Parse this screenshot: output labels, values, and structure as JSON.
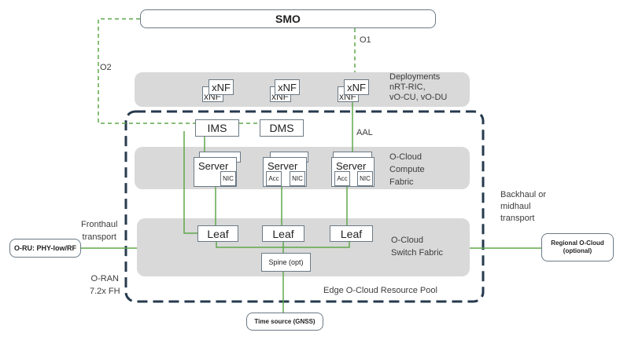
{
  "smo": "SMO",
  "interfaces": {
    "o1": "O1",
    "o2": "O2",
    "aal": "AAL"
  },
  "deployments": {
    "xnf_label": "xNF",
    "xnf_back_label": "xNF",
    "caption": [
      "Deployments",
      "nRT-RIC,",
      "vO-CU, vO-DU"
    ]
  },
  "ims": "IMS",
  "dms": "DMS",
  "compute": {
    "server_label": "Server",
    "acc_label": "Acc",
    "nic_label": "NIC",
    "caption": [
      "O-Cloud",
      "Compute",
      "Fabric"
    ]
  },
  "switch": {
    "leaf_label": "Leaf",
    "spine_label": "Spine (opt)",
    "caption": [
      "O-Cloud",
      "Switch Fabric"
    ]
  },
  "pool_label": "Edge O-Cloud Resource Pool",
  "oru": "O-RU: PHY-low/RF",
  "fronthaul": [
    "Fronthaul",
    "transport"
  ],
  "oran_fh": [
    "O-RAN",
    "7.2x FH"
  ],
  "backhaul": [
    "Backhaul or",
    "midhaul",
    "transport"
  ],
  "regional": [
    "Regional O-Cloud",
    "(optional)"
  ],
  "time_source": "Time source (GNSS)",
  "colors": {
    "green": "#5fa84a",
    "band": "#d9d9d9",
    "pool_border": "#263a4e"
  }
}
